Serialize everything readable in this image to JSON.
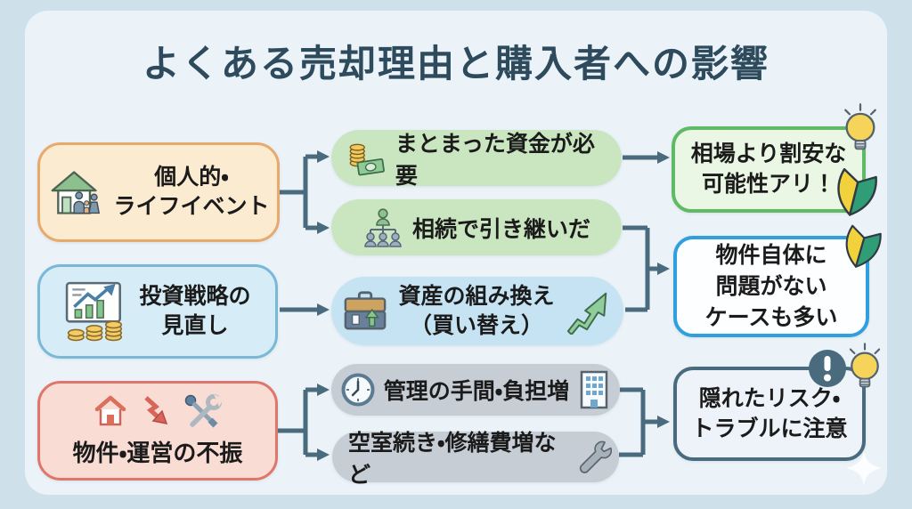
{
  "title": "よくある売却理由と購入者への影響",
  "colors": {
    "outer_background": "#CEE0EA",
    "card_background": "#EBF3F8",
    "title_text": "#2E4B5E",
    "body_text": "#1B1B1B",
    "connector": "#4A6B7E",
    "reason_personal_bg": "#FBEBD1",
    "reason_personal_border": "#E8A96D",
    "reason_invest_bg": "#D6EDF7",
    "reason_invest_border": "#79B9D7",
    "reason_property_bg": "#F9DCD4",
    "reason_property_border": "#E0766B",
    "pill_green": "#C9E6C0",
    "pill_blue": "#C5E3F3",
    "pill_gray": "#C6CDD5",
    "impact_bargain_bg": "#EAF7E5",
    "impact_bargain_border": "#5FB965",
    "impact_noproblem_bg": "#FDFEFF",
    "impact_noproblem_border": "#2F9FDE",
    "impact_risk_bg": "#EEF2F9",
    "impact_risk_border": "#4A6B7E"
  },
  "left_boxes": [
    {
      "icon": "house-family-icon",
      "lines": [
        "個人的・",
        "ライフイベント"
      ]
    },
    {
      "icon": "chart-coins-icon",
      "lines": [
        "投資戦略の",
        "見直し"
      ]
    },
    {
      "icons": [
        "house-icon",
        "down-zigzag-arrow-icon",
        "crossed-tools-icon"
      ],
      "lines": [
        "物件・運営の不振"
      ]
    }
  ],
  "middle_pills": [
    {
      "icon": "money-icon",
      "label": "まとまった資金が必要"
    },
    {
      "icon": "family-tree-icon",
      "label": "相続で引き継いだ"
    },
    {
      "icon": "briefcase-icon",
      "lines": [
        "資産の組み換え",
        "（買い替え）"
      ],
      "trailing_icon": "trend-up-arrow-icon"
    },
    {
      "icon": "clock-icon",
      "label": "管理の手間・負担増",
      "trailing_icon": "building-icon"
    },
    {
      "label": "空室続き・修繕費増など",
      "trailing_icon": "wrench-icon"
    }
  ],
  "right_boxes": [
    {
      "lines": [
        "相場より割安な",
        "可能性アリ！"
      ],
      "badges": [
        "lightbulb-icon",
        "beginner-mark-icon"
      ]
    },
    {
      "lines": [
        "物件自体に",
        "問題がない",
        "ケースも多い"
      ],
      "badges": [
        "beginner-mark-icon"
      ]
    },
    {
      "lines": [
        "隠れたリスク・",
        "トラブルに注意"
      ],
      "badges": [
        "exclamation-icon",
        "lightbulb-icon"
      ]
    }
  ]
}
